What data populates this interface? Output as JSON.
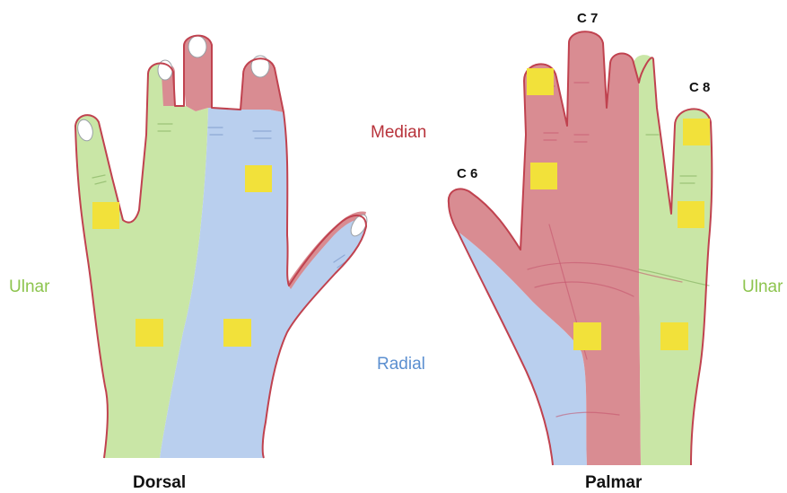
{
  "colors": {
    "ulnar": "#c9e6a6",
    "ulnar_text": "#8dc44e",
    "median": "#d98c92",
    "median_text": "#b8333b",
    "radial": "#b9cfee",
    "radial_text": "#5b8fd0",
    "marker": "#f2e13a",
    "outline": "#c0424f"
  },
  "region_labels": {
    "ulnar_left": "Ulnar",
    "median": "Median",
    "radial": "Radial",
    "ulnar_right": "Ulnar"
  },
  "view_labels": {
    "dorsal": "Dorsal",
    "palmar": "Palmar"
  },
  "root_labels": {
    "c6": "C 6",
    "c7": "C 7",
    "c8": "C 8"
  }
}
